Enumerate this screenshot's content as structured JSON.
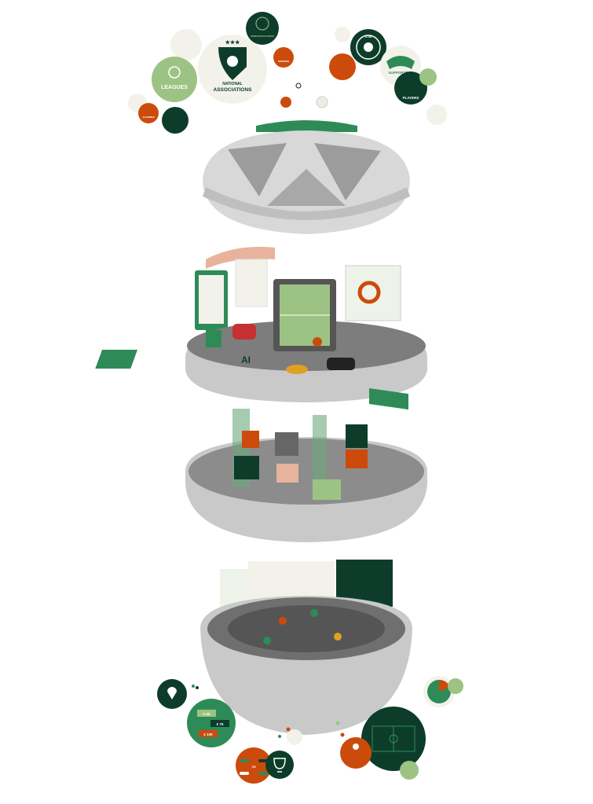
{
  "stakeholders": {
    "leagues": "LEAGUES",
    "national_associations_1": "NATIONAL",
    "national_associations_2": "ASSOCIATIONS",
    "representative_bodies": "REPRESENTATIVE BODIES",
    "sponsors": "SPONSORS",
    "academies": "ACADEMIES",
    "clubs": "CLUBS",
    "supporters": "SUPPORTERS",
    "players": "PLAYERS"
  },
  "tech_layer": {
    "ai_chip": "AI"
  },
  "outputs": {
    "price_50": "€ 50",
    "price_75": "€ 75",
    "price_100": "€ 100",
    "versus": "VS"
  },
  "colors": {
    "dark_green": "#0d3d2a",
    "green": "#2e8b57",
    "light_green": "#9dc384",
    "orange": "#cc4b0c",
    "cream": "#f3f2ea",
    "grey": "#9c9c9c"
  }
}
